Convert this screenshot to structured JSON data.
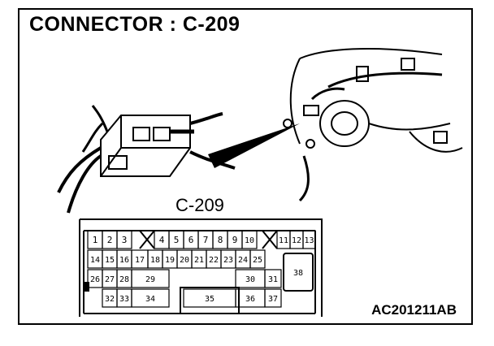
{
  "diagram": {
    "title": "CONNECTOR : C-209",
    "connector_label": "C-209",
    "figure_code": "AC201211AB",
    "pins": [
      "1",
      "2",
      "3",
      "4",
      "5",
      "6",
      "7",
      "8",
      "9",
      "10",
      "11",
      "12",
      "13",
      "14",
      "15",
      "16",
      "17",
      "18",
      "19",
      "20",
      "21",
      "22",
      "23",
      "24",
      "25",
      "26",
      "27",
      "28",
      "29",
      "30",
      "31",
      "32",
      "33",
      "34",
      "35",
      "36",
      "37",
      "38"
    ]
  }
}
